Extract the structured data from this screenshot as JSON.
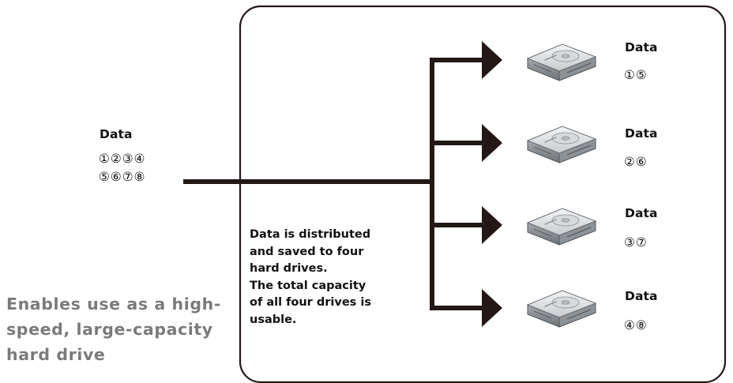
{
  "source": {
    "label": "Data",
    "digits_line1": "①②③④",
    "digits_line2": "⑤⑥⑦⑧"
  },
  "drives": [
    {
      "label": "Data",
      "digits": "①⑤"
    },
    {
      "label": "Data",
      "digits": "②⑥"
    },
    {
      "label": "Data",
      "digits": "③⑦"
    },
    {
      "label": "Data",
      "digits": "④⑧"
    }
  ],
  "description": [
    "Data is distributed",
    "and saved to four",
    "hard drives.",
    "The total capacity",
    "of all four drives is",
    "usable."
  ],
  "caption": [
    "Enables use as a high-",
    "speed, large-capacity",
    "hard drive"
  ],
  "colors": {
    "line": "#231815",
    "border": "#231815",
    "caption": "#7a7a7a",
    "drive_body": "#c9ccd0",
    "drive_top": "#e6e8ea"
  },
  "icons": {
    "drive": "hard-drive-icon",
    "arrow": "arrow-right-icon"
  }
}
